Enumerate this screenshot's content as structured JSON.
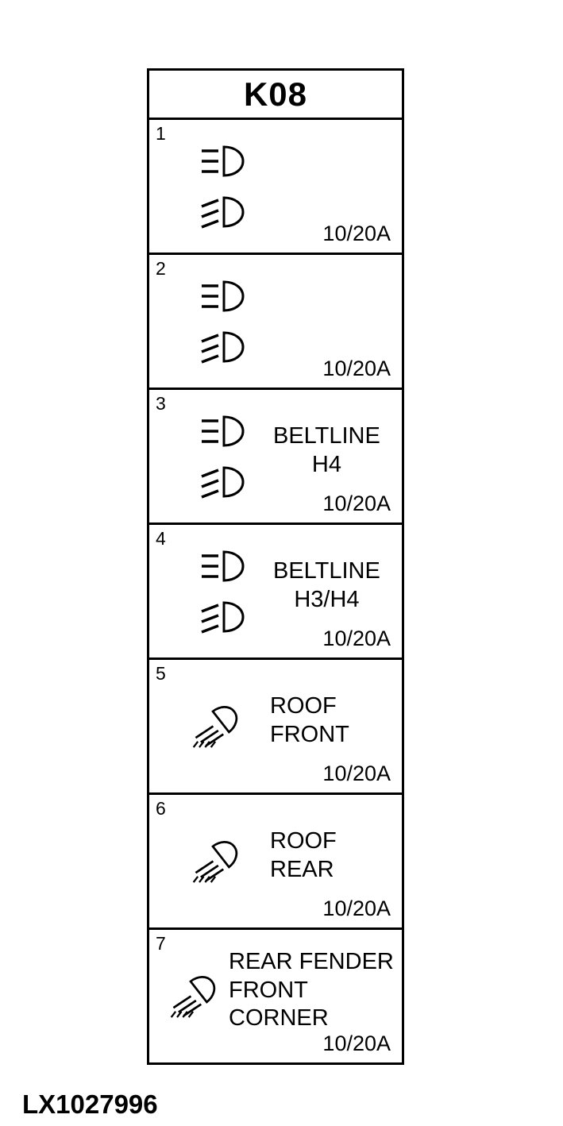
{
  "panel": {
    "title": "K08",
    "cells": [
      {
        "number": "1",
        "icons": [
          "high-beam-icon",
          "low-beam-icon"
        ],
        "label_line1": "",
        "label_line2": "",
        "rating": "10/20A"
      },
      {
        "number": "2",
        "icons": [
          "high-beam-icon",
          "low-beam-icon"
        ],
        "label_line1": "",
        "label_line2": "",
        "rating": "10/20A"
      },
      {
        "number": "3",
        "icons": [
          "high-beam-icon",
          "low-beam-icon"
        ],
        "label_line1": "BELTLINE",
        "label_line2": "H4",
        "rating": "10/20A"
      },
      {
        "number": "4",
        "icons": [
          "high-beam-icon",
          "low-beam-icon"
        ],
        "label_line1": "BELTLINE",
        "label_line2": "H3/H4",
        "rating": "10/20A"
      },
      {
        "number": "5",
        "icons": [
          "work-light-icon"
        ],
        "label_line1": "ROOF",
        "label_line2": "FRONT",
        "rating": "10/20A"
      },
      {
        "number": "6",
        "icons": [
          "work-light-icon"
        ],
        "label_line1": "ROOF",
        "label_line2": "REAR",
        "rating": "10/20A"
      },
      {
        "number": "7",
        "icons": [
          "work-light-icon"
        ],
        "label_line1": "REAR FENDER",
        "label_line2": "FRONT CORNER",
        "rating": "10/20A"
      }
    ]
  },
  "figure_code": "LX1027996"
}
